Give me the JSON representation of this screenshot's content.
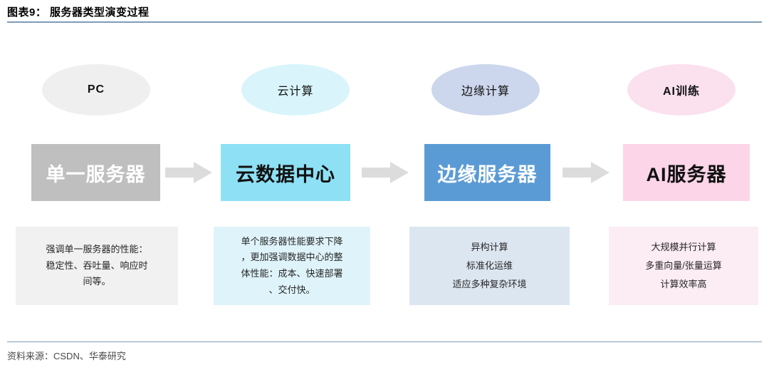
{
  "header": {
    "exhibit_title": "图表9： 服务器类型演变过程"
  },
  "diagram": {
    "type": "flow-evolution",
    "stages": [
      {
        "era_label": "PC",
        "era_color": "#efefef",
        "box_label": "单一服务器",
        "box_color": "#bfbfbf",
        "box_text_color": "#ffffff",
        "description": "强调单一服务器的性能：\n稳定性、吞吐量、响应时\n间等。",
        "description_color": "#f1f1f1"
      },
      {
        "era_label": "云计算",
        "era_color": "#d9f5fb",
        "box_label": "云数据中心",
        "box_color": "#8ee0f5",
        "box_text_color": "#111111",
        "description": "单个服务器性能要求下降\n，更加强调数据中心的整\n体性能：成本、快速部署\n、交付快。",
        "description_color": "#dff4fa"
      },
      {
        "era_label": "边缘计算",
        "era_color": "#ccd6ec",
        "box_label": "边缘服务器",
        "box_color": "#5b9bd5",
        "box_text_color": "#ffffff",
        "description": "异构计算\n标准化运维\n适应多种复杂环境",
        "description_color": "#dce6f1"
      },
      {
        "era_label": "AI训练",
        "era_color": "#fbe0ee",
        "box_label": "AI服务器",
        "box_color": "#fcd5e8",
        "box_text_color": "#111111",
        "description": "大规模并行计算\n多重向量/张量运算\n计算效率高",
        "description_color": "#fcecf4"
      }
    ],
    "arrow_color": "#dcdcdc",
    "arrow_count": 3
  },
  "footer": {
    "source_note": "资料来源：CSDN、华泰研究"
  }
}
